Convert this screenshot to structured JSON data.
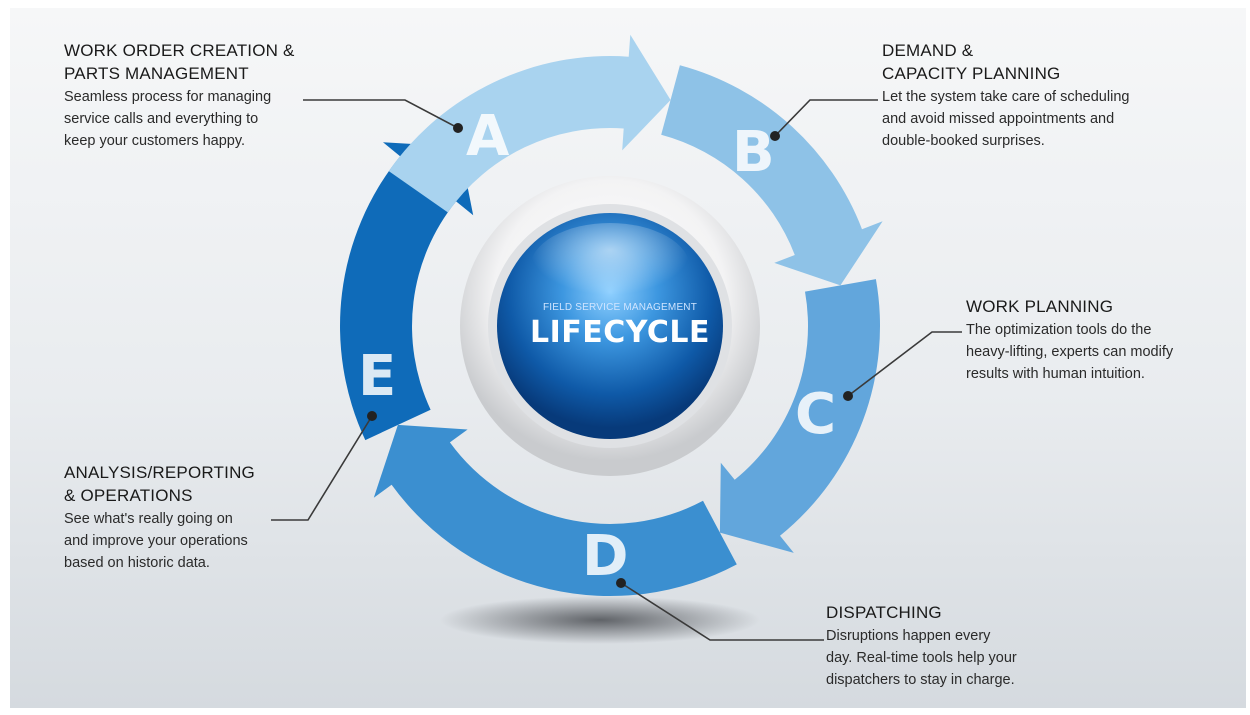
{
  "hub": {
    "subtitle": "FIELD SERVICE MANAGEMENT",
    "title": "LIFECYCLE"
  },
  "stages": [
    {
      "letter": "A",
      "title_lines": [
        "WORK ORDER CREATION &",
        "PARTS MANAGEMENT"
      ],
      "desc_lines": [
        "Seamless process for managing",
        "service calls and everything to",
        "keep your customers happy."
      ],
      "color": "#a9d3ef"
    },
    {
      "letter": "B",
      "title_lines": [
        "DEMAND &",
        "CAPACITY PLANNING"
      ],
      "desc_lines": [
        "Let the system take care of scheduling",
        "and avoid missed appointments and",
        "double-booked surprises."
      ],
      "color": "#8ec2e7"
    },
    {
      "letter": "C",
      "title_lines": [
        "WORK PLANNING"
      ],
      "desc_lines": [
        "The optimization tools do the",
        "heavy-lifting, experts can modify",
        "results with human intuition."
      ],
      "color": "#62a6dc"
    },
    {
      "letter": "D",
      "title_lines": [
        "DISPATCHING"
      ],
      "desc_lines": [
        "Disruptions happen every",
        "day. Real-time tools help your",
        "dispatchers to stay in charge."
      ],
      "color": "#3b8fd0"
    },
    {
      "letter": "E",
      "title_lines": [
        "ANALYSIS/REPORTING",
        "& OPERATIONS"
      ],
      "desc_lines": [
        "See what's really going on",
        "and improve your operations",
        "based on historic data."
      ],
      "color": "#0f6bb9"
    }
  ]
}
